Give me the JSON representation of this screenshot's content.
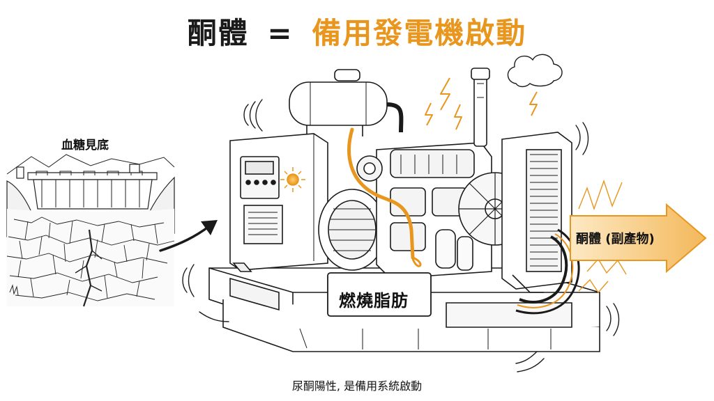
{
  "title": {
    "left": "酮體",
    "equals": "=",
    "right": "備用發電機啟動"
  },
  "labels": {
    "dry_reservoir": "血糖見底",
    "fuel_label": "燃燒脂肪",
    "output_arrow": "酮體 (副產物)"
  },
  "caption": "尿酮陽性, 是備用系統啟動",
  "colors": {
    "accent": "#e8961e",
    "ink": "#1a1a1a",
    "arrow_fill": "#f6cf8a"
  }
}
